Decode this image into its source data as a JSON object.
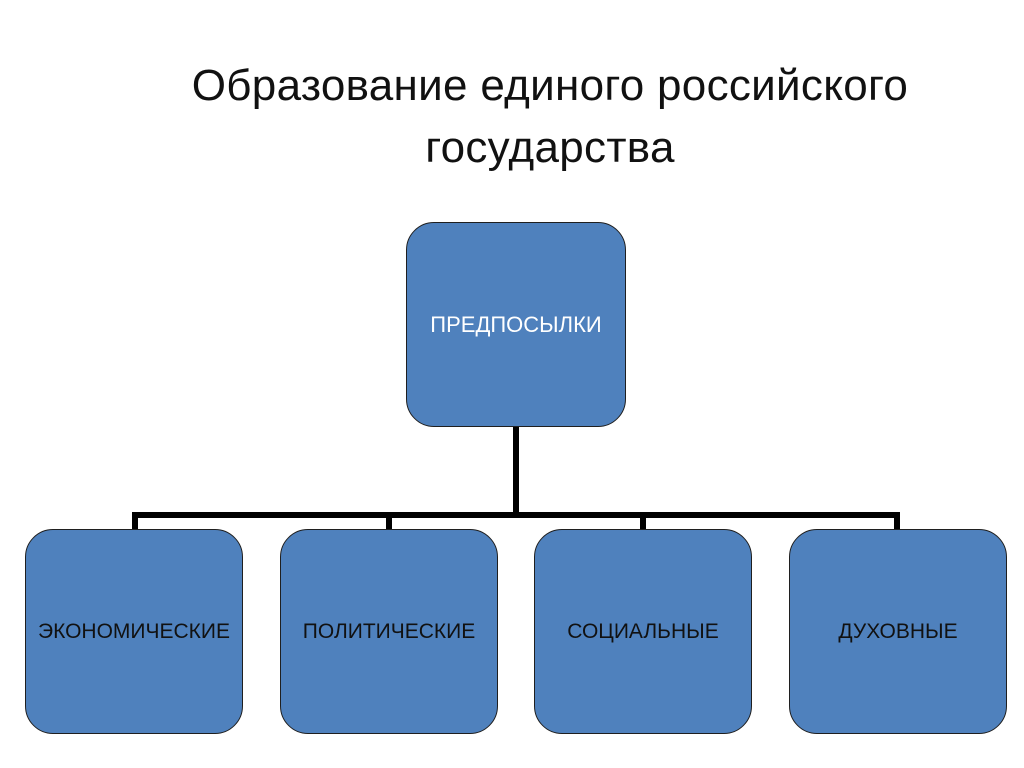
{
  "title": {
    "line1": "Образование единого российского",
    "line2": "государства"
  },
  "root": {
    "label": "ПРЕДПОСЫЛКИ"
  },
  "children": [
    {
      "label": "ЭКОНОМИЧЕСКИЕ"
    },
    {
      "label": "ПОЛИТИЧЕСКИЕ"
    },
    {
      "label": "СОЦИАЛЬНЫЕ"
    },
    {
      "label": "ДУХОВНЫЕ"
    }
  ],
  "colors": {
    "node_fill": "#4f81bd",
    "node_border": "#1f1f1f",
    "connector": "#000000",
    "root_text": "#ffffff",
    "child_text": "#111111"
  }
}
